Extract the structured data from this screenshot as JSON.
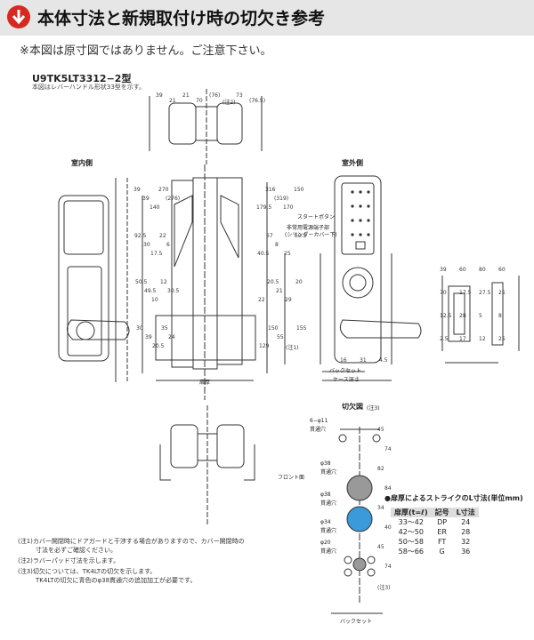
{
  "header": {
    "title": "本体寸法と新規取付け時の切欠き参考",
    "icon": "down-arrow-icon",
    "icon_color": "#d6291f"
  },
  "note": "※本図は原寸図ではありません。ご注意下さい。",
  "model": {
    "name": "U9TK5LT3312−2型",
    "sub": "本図はレバーハンドル形状33型を示す。"
  },
  "views": {
    "indoor": "室内側",
    "outdoor": "室外側",
    "cutout": "切欠図",
    "cutout_note": "(注3)"
  },
  "callouts": {
    "start_button": "スタートボタン",
    "emergency_terminal": "非常用電源端子部",
    "cylinder_cover": "(シリンダーカバー下)",
    "front_plate": "フロント面",
    "backset": "バックセット",
    "case_depth": "ケース深さ",
    "door_thickness": "扉厚",
    "through_holes_6": "6−φ11",
    "through_hole": "貫通穴",
    "d38a": "φ38",
    "d38b": "φ38",
    "d34": "φ34",
    "d20": "φ20",
    "hole_a": "貫通穴",
    "hole_b": "貫通穴",
    "hole_c": "貫通穴",
    "hole_d": "貫通穴",
    "backset_bottom": "バックセット"
  },
  "dimensions": {
    "top": [
      "39",
      "21",
      "21",
      "70",
      "(76)",
      "(注2)",
      "73",
      "(76.5)"
    ],
    "side": [
      "39",
      "39",
      "140",
      "270",
      "(276)",
      "179.5",
      "316",
      "(319)",
      "170",
      "150",
      "92.5",
      "30",
      "17.5",
      "22",
      "6",
      "40.5",
      "67",
      "8",
      "25",
      "50.5",
      "50.5",
      "49.5",
      "10",
      "12",
      "30.5",
      "22",
      "20.5",
      "21",
      "29",
      "20",
      "30",
      "39",
      "20.5",
      "35",
      "24",
      "129",
      "150",
      "55",
      "(注1)",
      "155"
    ],
    "outdoor_bottom": [
      "16",
      "31",
      "4.5"
    ],
    "strike": [
      "39",
      "60",
      "80",
      "60",
      "70",
      "17.5",
      "27.5",
      "25",
      "12.5",
      "28",
      "5",
      "8",
      "2.5",
      "17",
      "12",
      "25"
    ],
    "cutout": [
      "45",
      "74",
      "82",
      "84",
      "34",
      "40",
      "45",
      "74",
      "(注3)"
    ]
  },
  "l_size_table": {
    "title": "●扉厚によるストライクのL寸法(単位mm)",
    "headers": [
      "扉厚(t=ℓ)",
      "記号",
      "L寸法"
    ],
    "rows": [
      [
        "33〜42",
        "DP",
        "24"
      ],
      [
        "42〜50",
        "ER",
        "28"
      ],
      [
        "50〜58",
        "FT",
        "32"
      ],
      [
        "58〜66",
        "G",
        "36"
      ]
    ]
  },
  "footnotes": [
    "(注1)カバー開閉時にドアガードと干渉する場合がありますので、カバー開閉時の",
    "寸法を必ずご確認ください。",
    "(注2)ラバーパッド寸法を示します。",
    "(注3)切欠については、TK4LTの切欠を示します。",
    "TK4LTの切欠に青色のφ38貫通穴の追加加工が必要です。"
  ],
  "colors": {
    "highlight_hole": "#3b9ad9",
    "line": "#333333"
  }
}
